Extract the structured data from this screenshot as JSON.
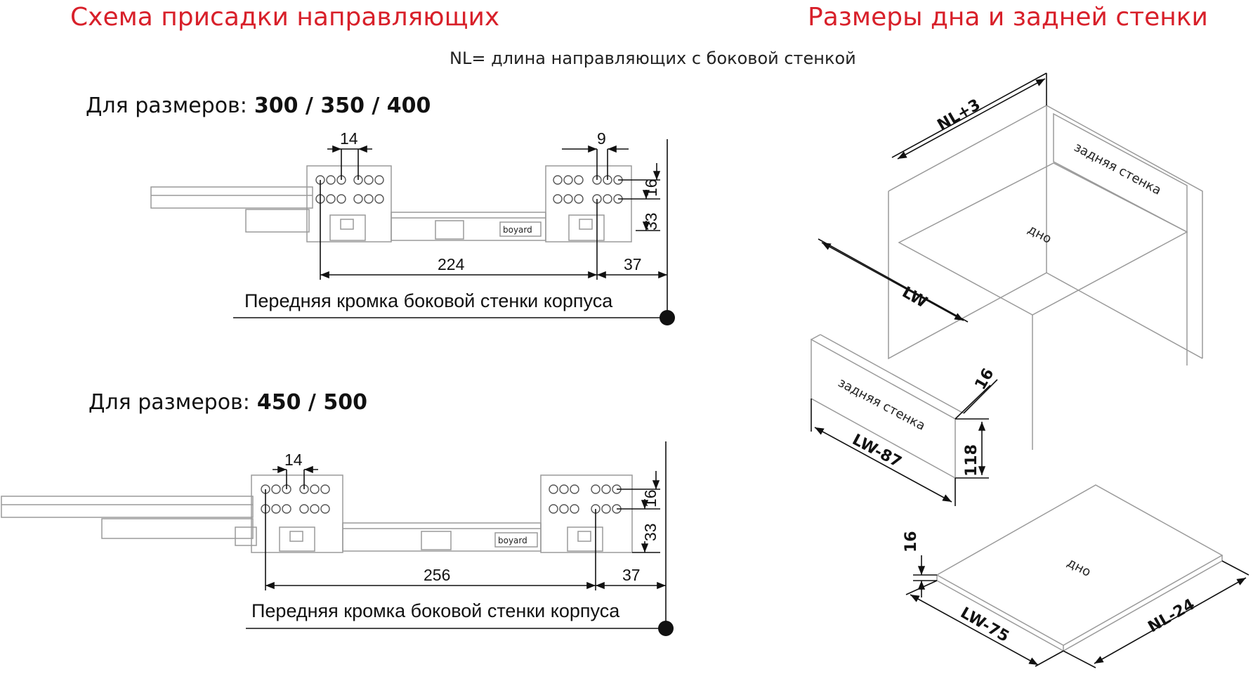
{
  "titles": {
    "left": "Схема присадки направляющих",
    "right": "Размеры дна и задней стенки"
  },
  "note": "NL= длина направляющих с боковой стенкой",
  "schemes": [
    {
      "heading_prefix": "Для размеров:",
      "heading_sizes": "300 / 350 / 400",
      "dims": {
        "hole_spacing": "14",
        "right_spacing": "9",
        "vert_top": "16",
        "vert_bottom": "33",
        "span": "224",
        "front": "37"
      },
      "caption": "Передняя кромка боковой стенки корпуса",
      "brand": "boyard"
    },
    {
      "heading_prefix": "Для размеров:",
      "heading_sizes": "450 / 500",
      "dims": {
        "hole_spacing": "14",
        "vert_top": "16",
        "vert_bottom": "33",
        "span": "256",
        "front": "37"
      },
      "caption": "Передняя кромка боковой стенки корпуса",
      "brand": "boyard"
    }
  ],
  "iso": {
    "nl_plus": "NL+3",
    "back_wall": "задняя стенка",
    "bottom": "дно",
    "lw": "LW",
    "panel_back_label": "задняя стенка",
    "panel_thickness": "16",
    "panel_length": "LW-87",
    "panel_height": "118",
    "bottom_thickness": "16",
    "bottom_label": "дно",
    "bottom_width": "LW-75",
    "bottom_depth": "NL-24"
  },
  "colors": {
    "title": "#d8202a",
    "line": "#111111",
    "part": "#9a9a9a"
  }
}
